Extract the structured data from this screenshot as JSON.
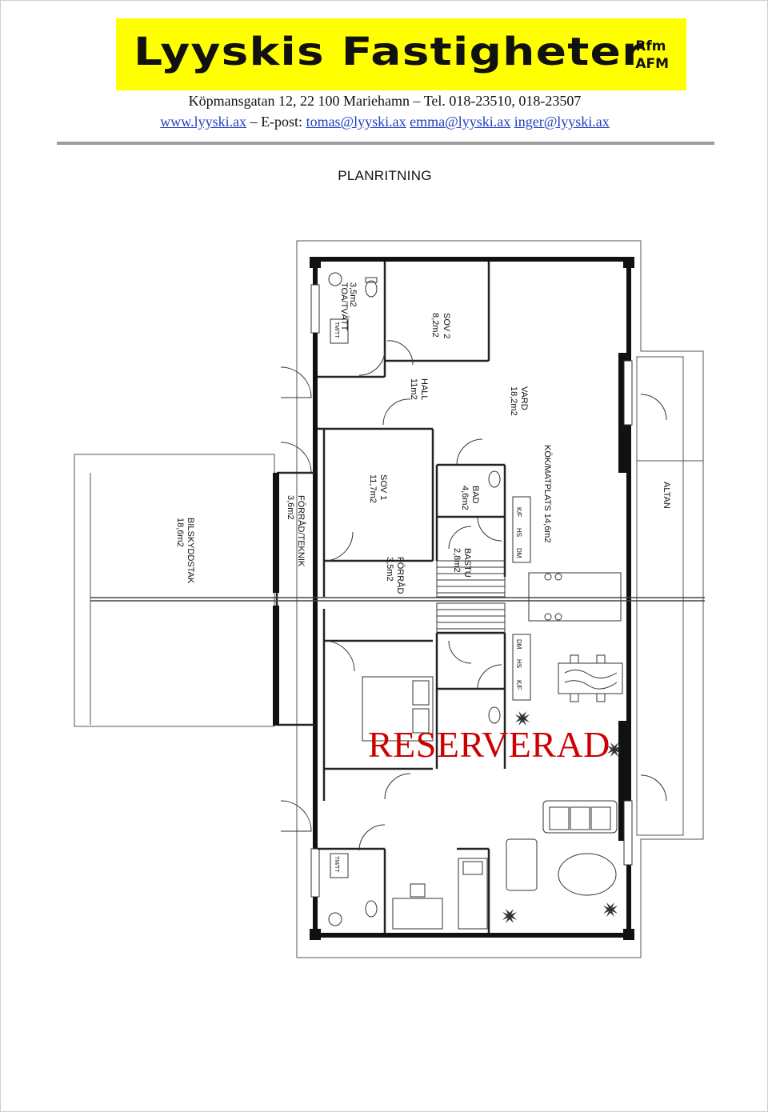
{
  "header": {
    "logo_text": "Lyyskis Fastigheter",
    "logo_suffix_1": "Rfm",
    "logo_suffix_2": "AFM",
    "address_line": "Köpmansgatan 12, 22 100 Mariehamn – Tel. 018-23510, 018-23507",
    "web_link": "www.lyyski.ax",
    "email_prefix": " – E-post: ",
    "email_1": "tomas@lyyski.ax",
    "email_2": "emma@lyyski.ax",
    "email_3": "inger@lyyski.ax"
  },
  "document": {
    "heading": "PLANRITNING",
    "stamp": "RESERVERAD"
  },
  "rooms": {
    "toa_name": "TOA/TVÄTT",
    "toa_area": "3,5m2",
    "sov2_name": "SOV 2",
    "sov2_area": "8,2m2",
    "hall_name": "HALL",
    "hall_area": "11m2",
    "vard_name": "VARD",
    "vard_area": "18,2m2",
    "kok_name": "KÖK/MATPLATS 14,6m2",
    "sov1_name": "SOV 1",
    "sov1_area": "11,7m2",
    "bad_name": "BAD",
    "bad_area": "4,6m2",
    "bastu_name": "BASTU",
    "bastu_area": "2,8m2",
    "forrad_name": "FÖRRÅD",
    "forrad_area": "3,5m2",
    "forradteknik_name": "FÖRRÅD/TEKNIK",
    "forradteknik_area": "3,6m2",
    "bilskydd_name": "BILSKYDDSTAK",
    "bilskydd_area": "18,6m2",
    "altan_name": "ALTAN",
    "label_kf": "K/F",
    "label_hs": "HS",
    "label_dm": "DM",
    "label_tmt": "TM/TT"
  },
  "colors": {
    "logo_bg": "#ffff00",
    "link": "#1f3fbf",
    "stamp": "#cc0000",
    "rule": "#9d9d9d"
  }
}
